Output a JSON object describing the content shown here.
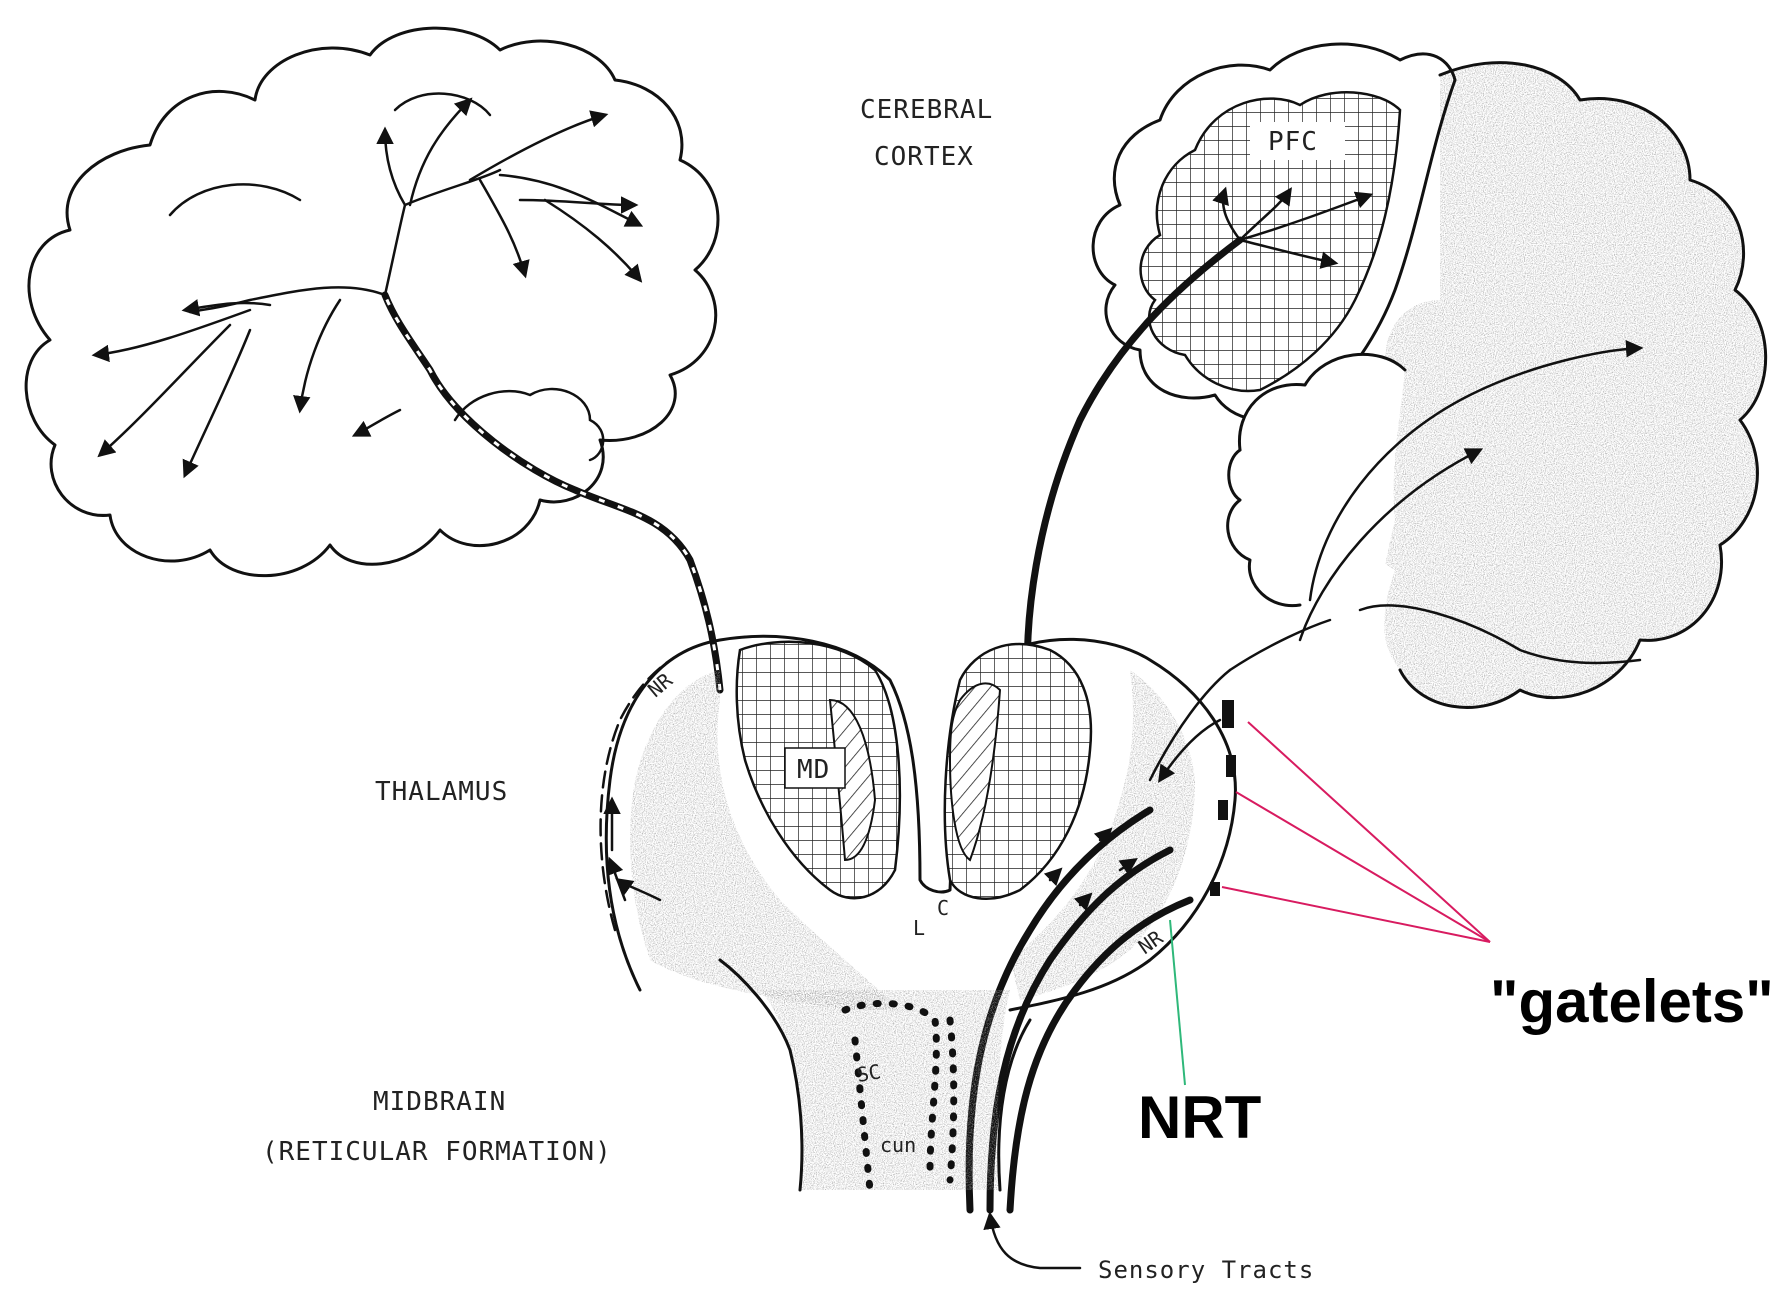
{
  "labels": {
    "cortex_line1": "CEREBRAL",
    "cortex_line2": "CORTEX",
    "thalamus": "THALAMUS",
    "midbrain_line1": "MIDBRAIN",
    "midbrain_line2": "(RETICULAR FORMATION)",
    "pfc": "PFC",
    "md": "MD",
    "nr_left": "NR",
    "nr_right": "NR",
    "l": "L",
    "c": "C",
    "sc": "SC",
    "cun": "cun",
    "sensory_tracts": "Sensory Tracts",
    "gatelets": "\"gatelets\"",
    "nrt": "NRT"
  },
  "colors": {
    "gatelet_lines": "#d81b60",
    "nrt_line": "#2fb87a",
    "ink": "#111111",
    "stipple": "#9a9a9a"
  }
}
